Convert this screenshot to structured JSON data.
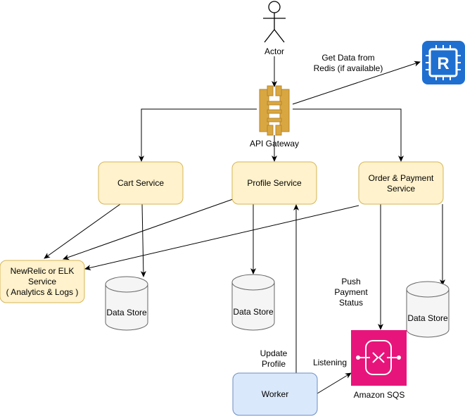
{
  "actor": {
    "label": "Actor"
  },
  "gateway": {
    "label": "API Gateway"
  },
  "redis": {
    "icon_letter": "R",
    "color": "#1f6fd1"
  },
  "edge_labels": {
    "redis": [
      "Get Data from",
      "Redis (if available)"
    ],
    "push": [
      "Push",
      "Payment",
      "Status"
    ],
    "update": [
      "Update",
      "Profile"
    ],
    "listening": "Listening"
  },
  "services": {
    "cart": {
      "lines": [
        "Cart Service"
      ]
    },
    "profile": {
      "lines": [
        "Profile Service"
      ]
    },
    "order": {
      "lines": [
        "Order & Payment",
        "Service"
      ]
    },
    "analytics": {
      "lines": [
        "NewRelic or ELK",
        "Service",
        "( Analytics & Logs )"
      ]
    },
    "worker": {
      "lines": [
        "Worker"
      ]
    }
  },
  "stores": {
    "cart": "Data Store",
    "profile": "Data Store",
    "order": "Data Store"
  },
  "sqs": {
    "label": "Amazon SQS",
    "color": "#e7157b"
  },
  "colors": {
    "service_fill": "#fff2cc",
    "service_stroke": "#d6b656",
    "worker_fill": "#dae8fc",
    "worker_stroke": "#6c8ebf",
    "store_fill": "#f5f5f5",
    "store_stroke": "#666666",
    "gateway": "#d9a741"
  }
}
